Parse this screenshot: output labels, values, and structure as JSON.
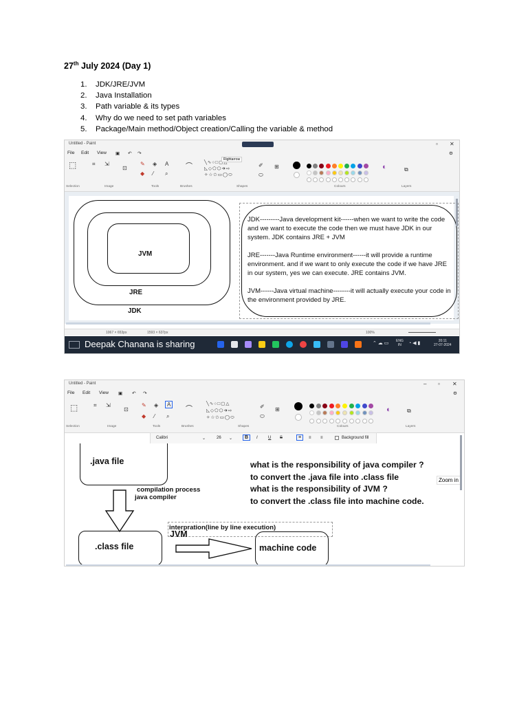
{
  "heading": {
    "day": "27",
    "suffix": "th",
    "rest": " July 2024 (Day 1)"
  },
  "agenda": [
    {
      "num": "1.",
      "text": "JDK/JRE/JVM"
    },
    {
      "num": "2.",
      "text": "Java Installation"
    },
    {
      "num": "3.",
      "text": "Path variable & its types"
    },
    {
      "num": "4.",
      "text": "Why do we need to set path variables"
    },
    {
      "num": "5.",
      "text": "Package/Main method/Object creation/Calling the variable & method"
    }
  ],
  "shot1": {
    "title": "Untitled - Paint",
    "menu": [
      "File",
      "Edit",
      "View"
    ],
    "groups": [
      "Selection",
      "Image",
      "Tools",
      "Brushes",
      "Shapes",
      "Colours",
      "Layers"
    ],
    "tooltip": "Rightarrow",
    "labels": {
      "jvm": "JVM",
      "jre": "JRE",
      "jdk": "JDK"
    },
    "notes": [
      "JDK---------Java development kit------when we want to write the code and we want to execute the code then we must have JDK in our system. JDK contains JRE + JVM",
      "JRE-------Java Runtime environment------it will provide a runtime environment. and if we want to only execute the code if we have JRE in our system, yes we can execute. JRE contains JVM.",
      "JVM------Java virtual machine--------it will actually execute your code in the environment provided by JRE."
    ],
    "status": {
      "dim1": "1067 × 653px",
      "dim2": "1593 × 637px",
      "zoom": "100%"
    },
    "sharing": "Deepak Chanana is sharing",
    "tray": {
      "lang1": "ENG",
      "lang2": "IN",
      "time": "20:11",
      "date": "27-07-2024"
    }
  },
  "shot2": {
    "title": "Untitled - Paint",
    "menu": [
      "File",
      "Edit",
      "View"
    ],
    "groups": [
      "Selection",
      "Image",
      "Tools",
      "Brushes",
      "Shapes",
      "Colours",
      "Layers"
    ],
    "font": "Calibri",
    "size": "26",
    "bgfill": "Background fill",
    "zoom_label": "Zoom in",
    "java_file": ".java file",
    "compilation": "compilation process",
    "compiler": "java compiler",
    "class_file": ".class file",
    "interp": "interpration(line by line execution)",
    "jvm": "JVM",
    "machine_code": "machine code",
    "qa": [
      "what is the responsibility of java compiler ?",
      "to convert the .java file into .class file",
      "what is the responsibility of JVM ?",
      "to convert the .class file into machine code."
    ]
  },
  "colors": {
    "palette": [
      "#000000",
      "#7f7f7f",
      "#880015",
      "#ed1c24",
      "#ff7f27",
      "#fff200",
      "#22b14c",
      "#00a2e8",
      "#3f48cc",
      "#a349a4"
    ],
    "palette2": [
      "#ffffff",
      "#c3c3c3",
      "#b97a57",
      "#ffaec9",
      "#ffc90e",
      "#efe4b0",
      "#b5e61d",
      "#99d9ea",
      "#7092be",
      "#c8bfe7"
    ],
    "taskbar": "#1f2937"
  }
}
